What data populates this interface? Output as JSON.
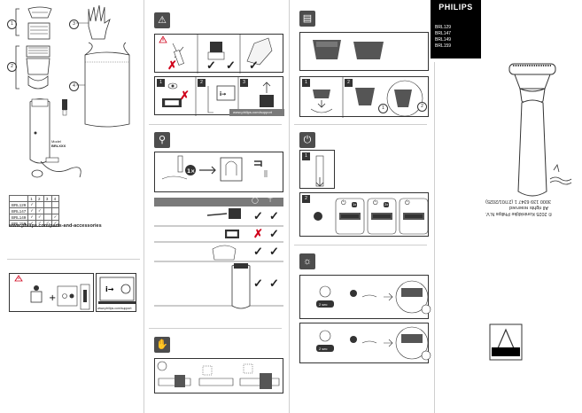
{
  "brand": {
    "logo": "PHILIPS",
    "models": [
      "BRL129",
      "BRL147",
      "BRL149",
      "BRL159"
    ]
  },
  "copyright": {
    "line1": "© 2025 Koninklijke Philips N.V.",
    "line2": "All rights reserved",
    "line3": "3000 139 6347 1 (27/01/2025)"
  },
  "overview": {
    "labels": [
      "1",
      "2",
      "3",
      "4"
    ],
    "model_sticker": [
      "Model",
      "BRLXXX"
    ],
    "table": {
      "headers": [
        "",
        "1",
        "2",
        "3",
        "4"
      ],
      "rows": [
        {
          "model": "BRL129",
          "marks": [
            "✓",
            "",
            "",
            ""
          ]
        },
        {
          "model": "BRL147",
          "marks": [
            "✓",
            "✓",
            "",
            ""
          ]
        },
        {
          "model": "BRL149",
          "marks": [
            "✓",
            "✓",
            "",
            "✓"
          ]
        },
        {
          "model": "BRL159",
          "marks": [
            "✓",
            "✓",
            "✓",
            "✓"
          ]
        }
      ]
    },
    "url": "www.philips.com/parts-and-accessories"
  },
  "safety": {
    "support_url": "www.philips.com/support",
    "step_numbers": [
      "1",
      "2",
      "3"
    ]
  },
  "leaflet_support_url": "www.philips.com/support",
  "cleaning": {
    "marks": {
      "row1": [
        "✓",
        "✓"
      ],
      "row2": [
        "✗",
        "✓"
      ],
      "row3": [
        "✓",
        "✓"
      ],
      "row4": [
        "✓",
        "✓"
      ]
    },
    "times_label": "1×"
  },
  "attach": {
    "step_numbers": [
      "1",
      "2"
    ],
    "arrow_numbers": [
      "1",
      "2"
    ]
  },
  "power": {
    "step_numbers": [
      "1",
      "2"
    ],
    "modes": [
      "1x",
      "2x",
      ""
    ]
  },
  "light": {
    "press_label": "2 sec"
  },
  "colors": {
    "header_bg": "#4d4d4d",
    "red": "#d0021b",
    "black": "#000000",
    "grey_bar": "#7a7a7a"
  }
}
